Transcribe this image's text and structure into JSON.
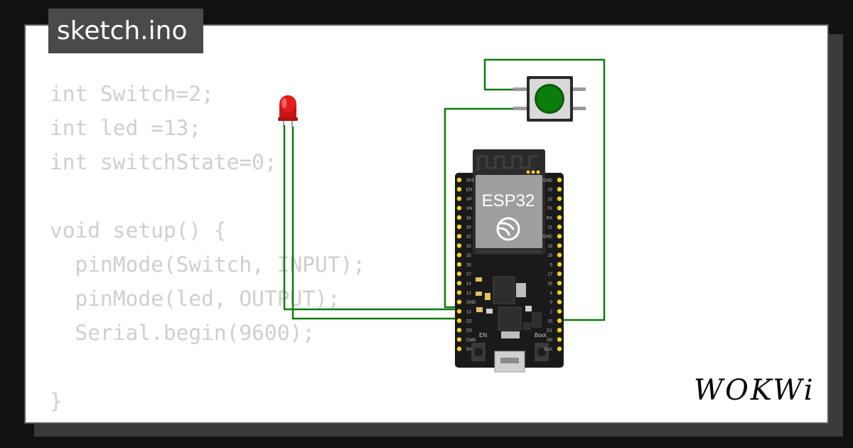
{
  "tab": {
    "filename": "sketch.ino"
  },
  "code": {
    "lines": [
      "int Switch=2;",
      "int led =13;",
      "int switchState=0;",
      "",
      "void setup() {",
      "  pinMode(Switch, INPUT);",
      "  pinMode(led, OUTPUT);",
      "  Serial.begin(9600);",
      "",
      "}"
    ]
  },
  "board": {
    "label": "ESP32",
    "en_label": "EN",
    "boot_label": "Boot",
    "left_pins": [
      "3V3",
      "EN",
      "VP",
      "VN",
      "34",
      "35",
      "32",
      "33",
      "25",
      "26",
      "27",
      "14",
      "12",
      "GND",
      "13",
      "D2",
      "D3",
      "CMD",
      "5V"
    ],
    "right_pins": [
      "GND",
      "23",
      "22",
      "TX",
      "RX",
      "21",
      "GND",
      "19",
      "18",
      "5",
      "17",
      "16",
      "4",
      "0",
      "2",
      "15",
      "D1",
      "D0",
      "CLK"
    ]
  },
  "components": {
    "led_color": "red",
    "button_color": "green"
  },
  "colors": {
    "wire": "#0f7a0f",
    "board": "#1a1a1a",
    "pin": "#f2d22e",
    "led": "#e21b1b",
    "button": "#0c7d0c",
    "tab_bg": "#4a4a4a",
    "code_text": "#cfcfcf"
  },
  "brand": {
    "logo": "WOKWi"
  }
}
